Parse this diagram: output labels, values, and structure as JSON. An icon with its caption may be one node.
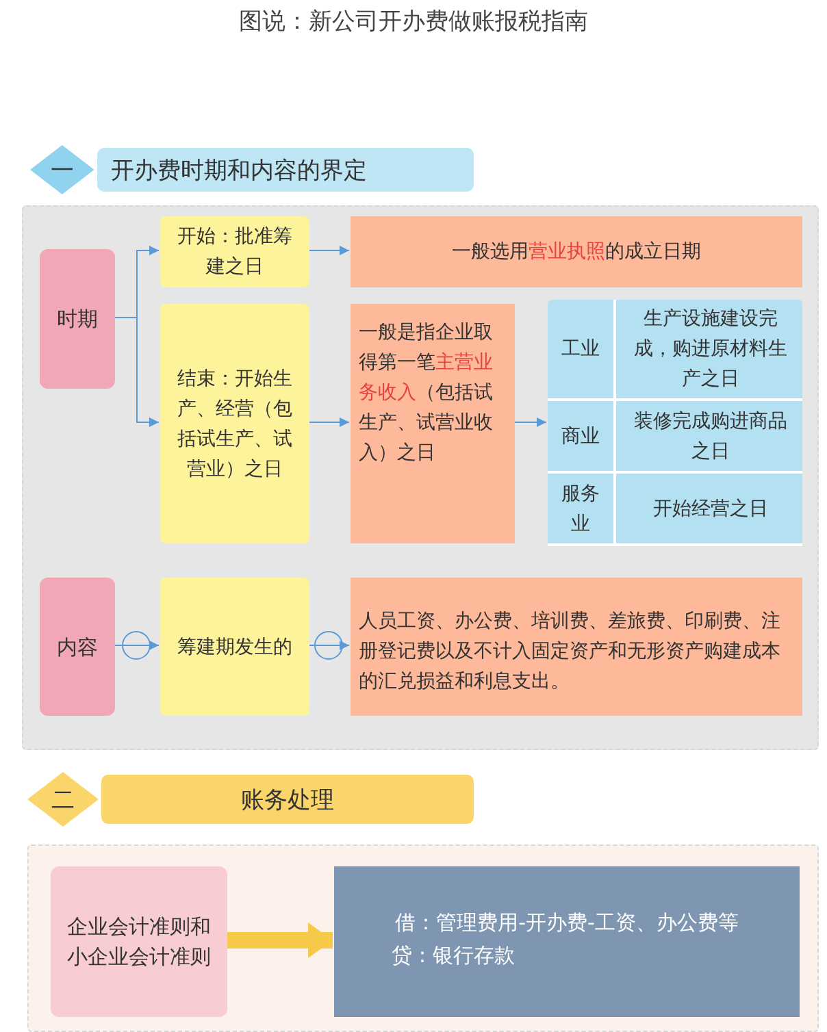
{
  "diagram": {
    "title": "图说：新公司开办费做账报税指南",
    "nodes": [
      {
        "text": [
          "一",
          "开办费时期和内容的界定"
        ]
      },
      {
        "text": [],
        "shape": "box"
      },
      {
        "text": [
          "时期"
        ],
        "in": 1
      },
      {
        "text": [
          "开始：批准筹建之日"
        ],
        "in": 1
      },
      {
        "text": [
          "一般选用**营业执照**的成立日期"
        ],
        "in": 1
      },
      {
        "text": [
          "结束：开始生产、经营（包括试生产、试营业）之日"
        ],
        "in": 1
      },
      {
        "text": [
          "一般是指企业取得第一笔**主营业务收入**（包括试生产、试营业收入）之日"
        ],
        "in": 1
      },
      {
        "text": [],
        "shape": "box",
        "in": 1
      },
      {
        "text": [
          "工业",
          "生产设施建设完成，购进原材料生产之日"
        ],
        "in": 7
      },
      {
        "text": [
          "商业",
          "装修完成购进商品之日"
        ],
        "in": 7
      },
      {
        "text": [
          "服务业",
          "开始经营之日"
        ],
        "in": 7
      },
      {
        "text": [
          "内容"
        ],
        "in": 1
      },
      {
        "text": [
          "筹建期发生的"
        ],
        "in": 1
      },
      {
        "text": [
          "人员工资、办公费、培训费、差旅费、印刷费、注册登记费以及不计入固定资产和无形资产购建成本的汇兑损益和利息支出。"
        ],
        "in": 1
      },
      {
        "text": [
          "二",
          "账务处理"
        ]
      },
      {
        "text": [],
        "shape": "box"
      },
      {
        "text": [
          "企业会计准则和小企业会计准则"
        ],
        "in": 15
      },
      {
        "text": [
          "借：管理费用-开办费-工资、办公费等",
          "贷：银行存款"
        ],
        "in": 15
      }
    ],
    "edges": [
      {
        "from": 2,
        "to": 3,
        "arrow": "to"
      },
      {
        "from": 2,
        "to": 5,
        "arrow": "to"
      },
      {
        "from": 3,
        "to": 4,
        "arrow": "to"
      },
      {
        "from": 5,
        "to": 6,
        "arrow": "to"
      },
      {
        "from": 6,
        "to": 7,
        "arrow": "to"
      },
      {
        "from": 11,
        "to": 12,
        "arrow": "to"
      },
      {
        "from": 12,
        "to": 13,
        "arrow": "to"
      },
      {
        "from": 16,
        "to": 17,
        "arrow": "to",
        "style": "thick",
        "color": "#f7c948"
      }
    ]
  }
}
